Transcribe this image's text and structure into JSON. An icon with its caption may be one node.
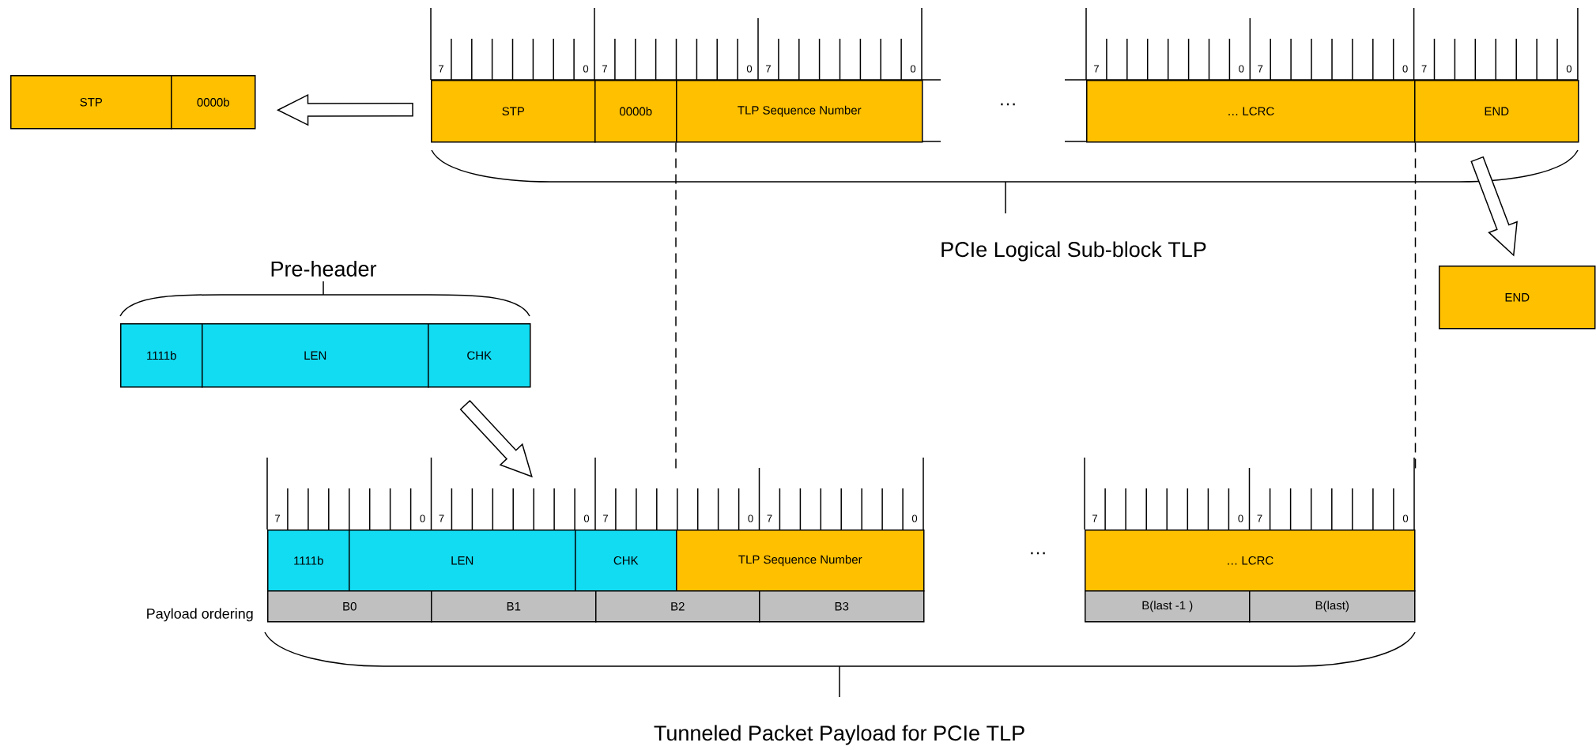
{
  "diagram": {
    "nodes": [
      {
        "text": [
          "STP"
        ]
      },
      {
        "text": [
          "0000b"
        ]
      },
      {
        "text": [
          "TLP Sequence Number"
        ]
      },
      {
        "text": [
          "… LCRC"
        ]
      },
      {
        "text": [
          "END"
        ]
      },
      {
        "text": [
          "STP"
        ]
      },
      {
        "text": [
          "0000b"
        ]
      },
      {
        "text": [
          "END"
        ]
      },
      {
        "text": [
          "1111b"
        ]
      },
      {
        "text": [
          "LEN"
        ]
      },
      {
        "text": [
          "CHK"
        ]
      },
      {
        "text": [
          "1111b"
        ]
      },
      {
        "text": [
          "LEN"
        ]
      },
      {
        "text": [
          "CHK"
        ]
      },
      {
        "text": [
          "TLP Sequence Number"
        ]
      },
      {
        "text": [
          "… LCRC"
        ]
      },
      {
        "text": [
          "B0"
        ]
      },
      {
        "text": [
          "B1"
        ]
      },
      {
        "text": [
          "B2"
        ]
      },
      {
        "text": [
          "B3"
        ]
      },
      {
        "text": [
          "B(last -1 )"
        ]
      },
      {
        "text": [
          "B(last)"
        ]
      }
    ],
    "edges": [
      {
        "from": 0,
        "to": 6,
        "arrow": "to"
      },
      {
        "from": 4,
        "to": 7,
        "arrow": "to"
      },
      {
        "from": 9,
        "to": 12,
        "arrow": "to"
      },
      {
        "from": 2,
        "to": 14,
        "arrow": "none",
        "style": "dashed"
      },
      {
        "from": 3,
        "to": 15,
        "arrow": "none",
        "style": "dashed"
      }
    ],
    "labels": [
      "7",
      "0",
      "7",
      "0",
      "7",
      "0",
      "7",
      "0",
      "7",
      "0",
      "7",
      "0",
      "…",
      "PCIe Logical Sub-block TLP",
      "Pre-header",
      "7",
      "0",
      "7",
      "0",
      "7",
      "0",
      "7",
      "0",
      "7",
      "0",
      "7",
      "0",
      "…",
      "Payload ordering",
      "Tunneled Packet Payload for PCIe TLP"
    ]
  }
}
